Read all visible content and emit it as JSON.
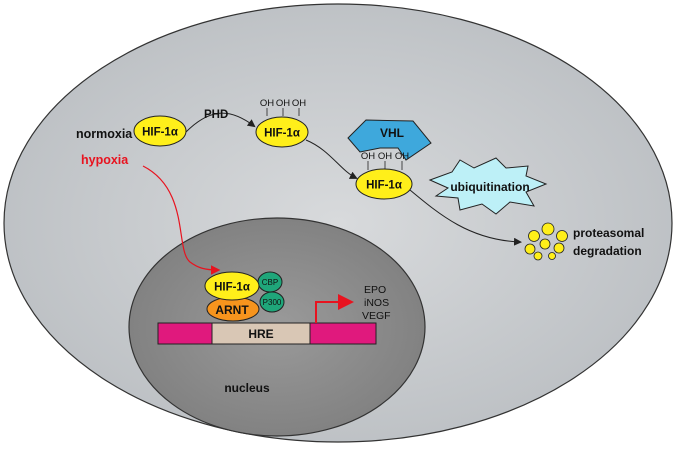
{
  "labels": {
    "normoxia": "normoxia",
    "hypoxia": "hypoxia",
    "phd": "PHD",
    "hif": "HIF-1α",
    "oh": "OH",
    "vhl": "VHL",
    "ubiquitination": "ubiquitination",
    "proteasomal": "proteasomal",
    "degradation": "degradation",
    "cbp": "CBP",
    "p300": "P300",
    "arnt": "ARNT",
    "hre": "HRE",
    "nucleus": "nucleus",
    "targets": [
      "EPO",
      "iNOS",
      "VEGF"
    ]
  },
  "colors": {
    "hif_fill": "#ffef1a",
    "arnt_fill": "#f7941d",
    "cbp_fill": "#1fa67a",
    "vhl_fill": "#3ea8dc",
    "ubiquitin_fill": "#bdf0f7",
    "dna_fill": "#e0197d",
    "hre_fill": "#d9c7b5",
    "hypoxia_text": "#e8131f",
    "arrow_red": "#e8131f",
    "nucleus_fill": "#8c8c8c",
    "cell_fill": "#c4c8cc"
  }
}
